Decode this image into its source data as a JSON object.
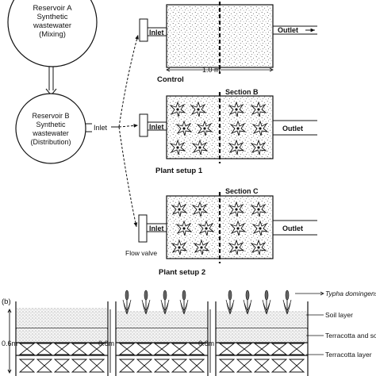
{
  "reservoir_a": {
    "line1": "Reservoir A",
    "line2": "Synthetic",
    "line3": "wastewater",
    "line4": "(Mixing)"
  },
  "reservoir_b": {
    "line1": "Reservoir B",
    "line2": "Synthetic",
    "line3": "wastewater",
    "line4": "(Distribution)"
  },
  "junction_inlet": "Inlet",
  "flow_valve": "Flow valve",
  "setups": [
    {
      "title": "Control",
      "inlet": "Inlet",
      "outlet": "Outlet",
      "dimension": "1.0 m"
    },
    {
      "title": "Plant setup 1",
      "inlet": "Inlet",
      "outlet": "Outlet",
      "section": "Section B"
    },
    {
      "title": "Plant setup 2",
      "inlet": "Inlet",
      "outlet": "Outlet",
      "section": "Section C"
    }
  ],
  "panel_b": {
    "label": "(b)",
    "depth": "0.6m",
    "legend": {
      "typha": "Typha domingensis",
      "soil": "Soil layer",
      "terracotta_soil": "Terracotta and soil layer",
      "terracotta": "Terracotta layer"
    }
  }
}
